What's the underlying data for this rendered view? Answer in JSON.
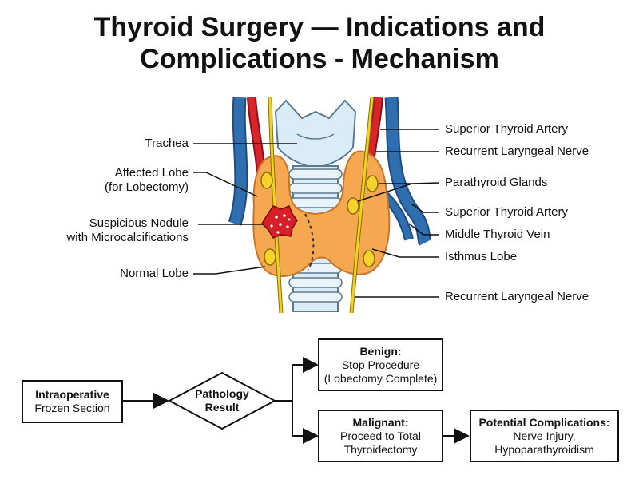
{
  "title": {
    "line1": "Thyroid Surgery — Indications and",
    "line2": "Complications - Mechanism"
  },
  "labels_left": {
    "trachea": "Trachea",
    "affected_lobe_1": "Affected Lobe",
    "affected_lobe_2": "(for Lobectomy)",
    "nodule_1": "Suspicious Nodule",
    "nodule_2": "with Microcalcifications",
    "normal_lobe": "Normal Lobe"
  },
  "labels_right": {
    "sup_artery_1": "Superior Thyroid Artery",
    "rln_1": "Recurrent Laryngeal Nerve",
    "parathyroid": "Parathyroid Glands",
    "sup_artery_2": "Superior Thyroid Artery",
    "mid_vein": "Middle Thyroid Vein",
    "isthmus": "Isthmus Lobe",
    "rln_2": "Recurrent Laryngeal Nerve"
  },
  "flow": {
    "frozen_1": "Intraoperative",
    "frozen_2": "Frozen Section",
    "decision_1": "Pathology",
    "decision_2": "Result",
    "benign_head": "Benign:",
    "benign_1": "Stop Procedure",
    "benign_2": "(Lobectomy Complete)",
    "malig_head": "Malignant:",
    "malig_1": "Proceed to Total",
    "malig_2": "Thyroidectomy",
    "comp_head": "Potential Complications:",
    "comp_1": "Nerve Injury,",
    "comp_2": "Hypoparathyroidism"
  },
  "colors": {
    "thyroid": "#f5a84f",
    "thyroid_outline": "#c8752b",
    "artery": "#d8242a",
    "vein": "#2f6fb0",
    "nerve": "#f1d21c",
    "trachea": "#d9ecf7",
    "nodule": "#d61f26",
    "gland": "#f6d22b"
  }
}
